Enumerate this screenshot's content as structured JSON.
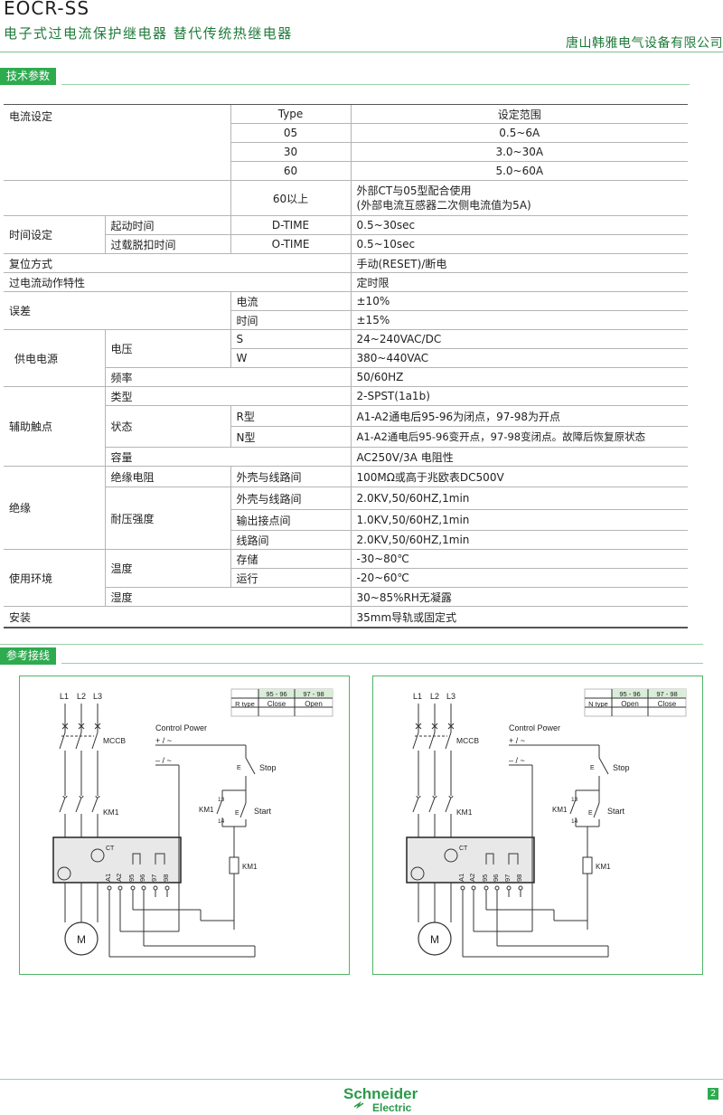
{
  "header": {
    "model": "EOCR-SS",
    "subtitle": "电子式过电流保护继电器    替代传统热继电器",
    "company": "唐山韩雅电气设备有限公司"
  },
  "sections": {
    "tech": "技术参数",
    "wiring": "参考接线"
  },
  "spec": {
    "current_setting": "电流设定",
    "type_header": "Type",
    "range_header": "设定范围",
    "rows": [
      {
        "type": "05",
        "range": "0.5~6A"
      },
      {
        "type": "30",
        "range": "3.0~30A"
      },
      {
        "type": "60",
        "range": "5.0~60A"
      },
      {
        "type": "60以上",
        "range": "外部CT与05型配合使用",
        "range2": "(外部电流互感器二次侧电流值为5A)"
      }
    ],
    "time_setting": "时间设定",
    "start_time": "起动时间",
    "start_time_type": "D-TIME",
    "start_time_val": "0.5~30sec",
    "trip_time": "过载脱扣时间",
    "trip_time_type": "O-TIME",
    "trip_time_val": "0.5~10sec",
    "reset": "复位方式",
    "reset_val": "手动(RESET)/断电",
    "oc_char": "过电流动作特性",
    "oc_char_val": "定时限",
    "error": "误差",
    "err_current": "电流",
    "err_current_val": "±10%",
    "err_time": "时间",
    "err_time_val": "±15%",
    "power": "供电电源",
    "voltage": "电压",
    "volt_s": "S",
    "volt_s_val": "24~240VAC/DC",
    "volt_w": "W",
    "volt_w_val": "380~440VAC",
    "freq": "频率",
    "freq_val": "50/60HZ",
    "aux": "辅助触点",
    "aux_type": "类型",
    "aux_type_val": "2-SPST(1a1b)",
    "aux_state": "状态",
    "aux_r": "R型",
    "aux_r_val": "A1-A2通电后95-96为闭点，97-98为开点",
    "aux_n": "N型",
    "aux_n_val": "A1-A2通电后95-96变开点，97-98变闭点。故障后恢复原状态",
    "aux_cap": "容量",
    "aux_cap_val": "AC250V/3A 电阻性",
    "insulation": "绝缘",
    "ins_res": "绝缘电阻",
    "ins_res_sub": "外壳与线路间",
    "ins_res_val": "100MΩ或高于兆欧表DC500V",
    "withstand": "耐压强度",
    "ws1": "外壳与线路间",
    "ws1_val": "2.0KV,50/60HZ,1min",
    "ws2": "输出接点间",
    "ws2_val": "1.0KV,50/60HZ,1min",
    "ws3": "线路间",
    "ws3_val": "2.0KV,50/60HZ,1min",
    "env": "使用环境",
    "temp": "温度",
    "storage": "存储",
    "storage_val": "-30~80℃",
    "operation": "运行",
    "operation_val": "-20~60℃",
    "humidity": "湿度",
    "humidity_val": "30~85%RH无凝露",
    "install": "安装",
    "install_val": "35mm导轨或固定式"
  },
  "diagrams": [
    {
      "type_label": "R type",
      "c1": "95 - 96",
      "c2": "97 - 98",
      "v1": "Close",
      "v2": "Open"
    },
    {
      "type_label": "N type",
      "c1": "95 - 96",
      "c2": "97 - 98",
      "v1": "Open",
      "v2": "Close"
    }
  ],
  "diagram_labels": {
    "l1": "L1",
    "l2": "L2",
    "l3": "L3",
    "mccb": "MCCB",
    "km1": "KM1",
    "ct": "CT",
    "motor": "M",
    "control_power": "Control Power",
    "plus": "+ / ~",
    "minus": "– / ~",
    "stop": "Stop",
    "start": "Start",
    "e": "E",
    "n13": "13",
    "n14": "14",
    "a1": "A1",
    "a2": "A2",
    "t95": "95",
    "t96": "96",
    "t97": "97",
    "t98": "98"
  },
  "footer": {
    "brand1": "Schneider",
    "brand2": "Electric",
    "page": "2"
  }
}
